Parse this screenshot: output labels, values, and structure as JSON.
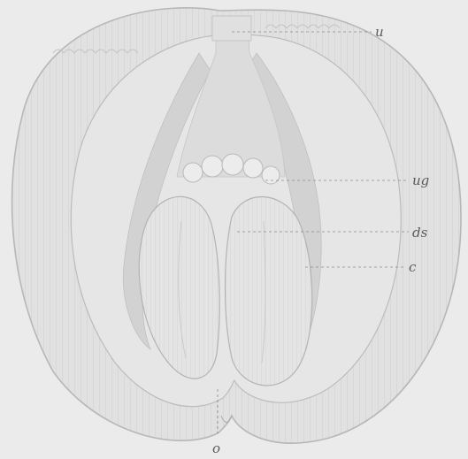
{
  "figure": {
    "labels": {
      "u": "u",
      "ug": "ug",
      "ds": "ds",
      "c": "c",
      "o": "o"
    }
  }
}
